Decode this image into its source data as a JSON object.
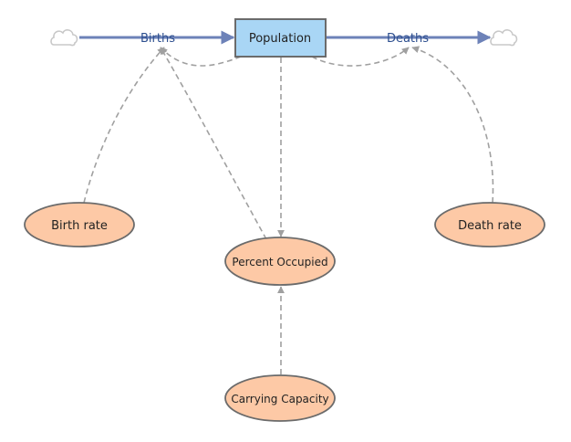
{
  "diagram": {
    "stock": {
      "label": "Population"
    },
    "flows": {
      "births": {
        "label": "Births"
      },
      "deaths": {
        "label": "Deaths"
      }
    },
    "variables": {
      "birth_rate": {
        "label": "Birth rate"
      },
      "death_rate": {
        "label": "Death rate"
      },
      "percent_occupied": {
        "label": "Percent Occupied"
      },
      "carrying_capacity": {
        "label": "Carrying Capacity"
      }
    }
  },
  "colors": {
    "stock_fill": "#a9d6f5",
    "stock_stroke": "#6b6b6b",
    "flow": "#6d82b8",
    "variable_fill": "#fdc9a6",
    "variable_stroke": "#6b6b6b",
    "link": "#a0a0a0",
    "cloud": "#c8c8c8",
    "flow_label": "#2d4f8f",
    "text": "#222222"
  }
}
